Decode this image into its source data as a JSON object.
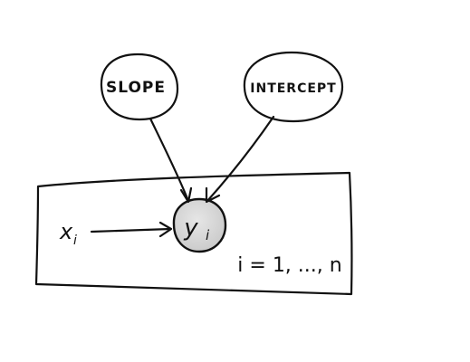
{
  "nodes": {
    "slope": {
      "label": "SLOPE",
      "fill": "#ffffff"
    },
    "intercept": {
      "label": "INTERCEPT",
      "fill": "#ffffff"
    },
    "y": {
      "label": "y",
      "subscript": "i",
      "fill": "#d9d9d9"
    }
  },
  "input": {
    "label": "x",
    "subscript": "i"
  },
  "plate": {
    "label": "i = 1, ..., n"
  },
  "colors": {
    "ink": "#111111",
    "observed_fill": "#d9d9d9",
    "background": "#ffffff"
  }
}
